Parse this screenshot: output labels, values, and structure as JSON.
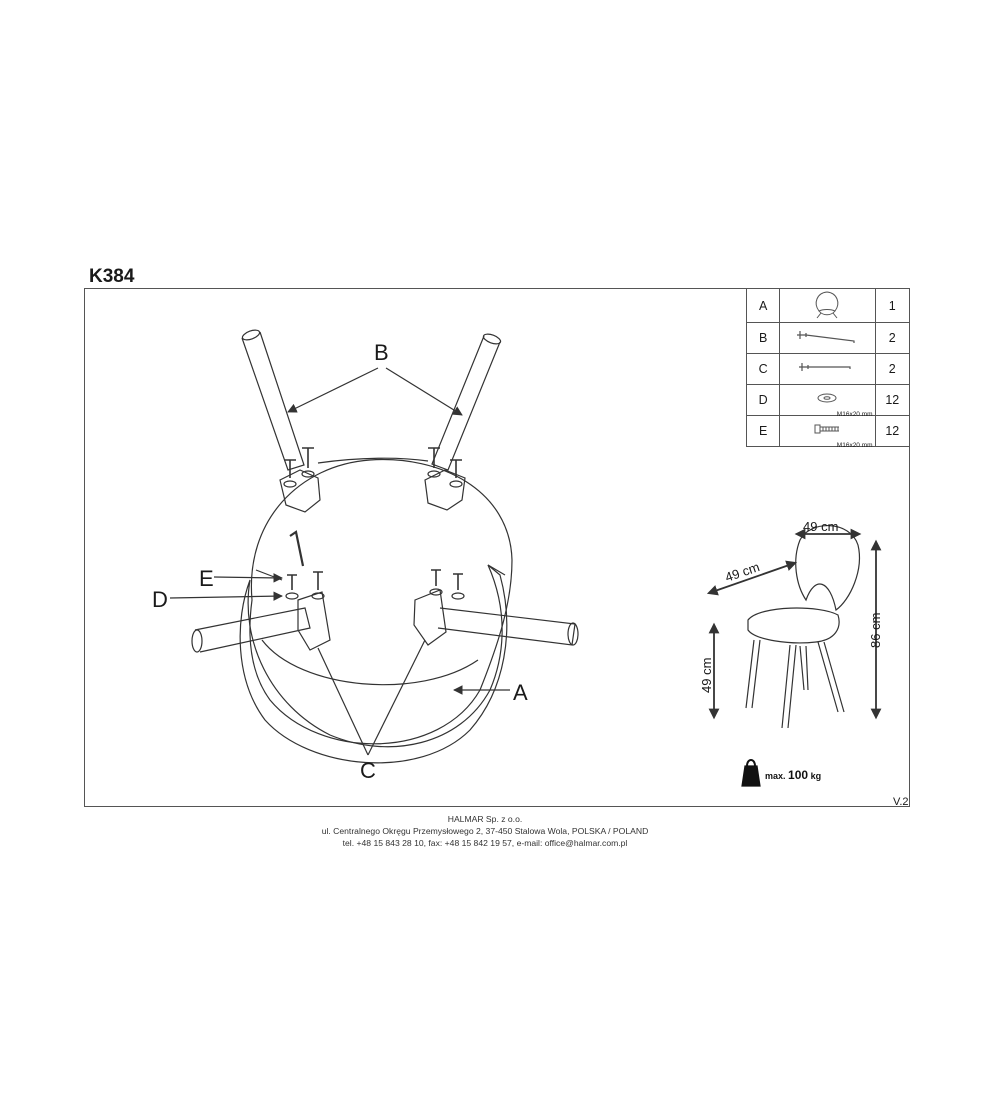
{
  "model_code": "K384",
  "parts": [
    {
      "key": "A",
      "icon": "chair-seat-icon",
      "spec": "",
      "qty": "1"
    },
    {
      "key": "B",
      "icon": "long-bolt-icon",
      "spec": "",
      "qty": "2"
    },
    {
      "key": "C",
      "icon": "short-bolt-icon",
      "spec": "",
      "qty": "2"
    },
    {
      "key": "D",
      "icon": "washer-icon",
      "spec": "M16x20 mm",
      "qty": "12"
    },
    {
      "key": "E",
      "icon": "screw-icon",
      "spec": "M16x20 mm",
      "qty": "12"
    }
  ],
  "diagram_labels": {
    "A": "A",
    "B": "B",
    "C": "C",
    "D": "D",
    "E": "E"
  },
  "dimensions": {
    "width": "49 cm",
    "depth": "49 cm",
    "height": "86 cm",
    "seat_height": "49 cm"
  },
  "max_load": {
    "prefix": "max.",
    "value": "100",
    "unit": "kg"
  },
  "version": "V.2",
  "footer": {
    "company": "HALMAR Sp. z o.o.",
    "address": "ul. Centralnego Okręgu Przemysłowego 2, 37-450 Stalowa Wola, POLSKA / POLAND",
    "contact": "tel. +48 15 843 28 10, fax: +48 15 842 19 57, e-mail: office@halmar.com.pl"
  }
}
